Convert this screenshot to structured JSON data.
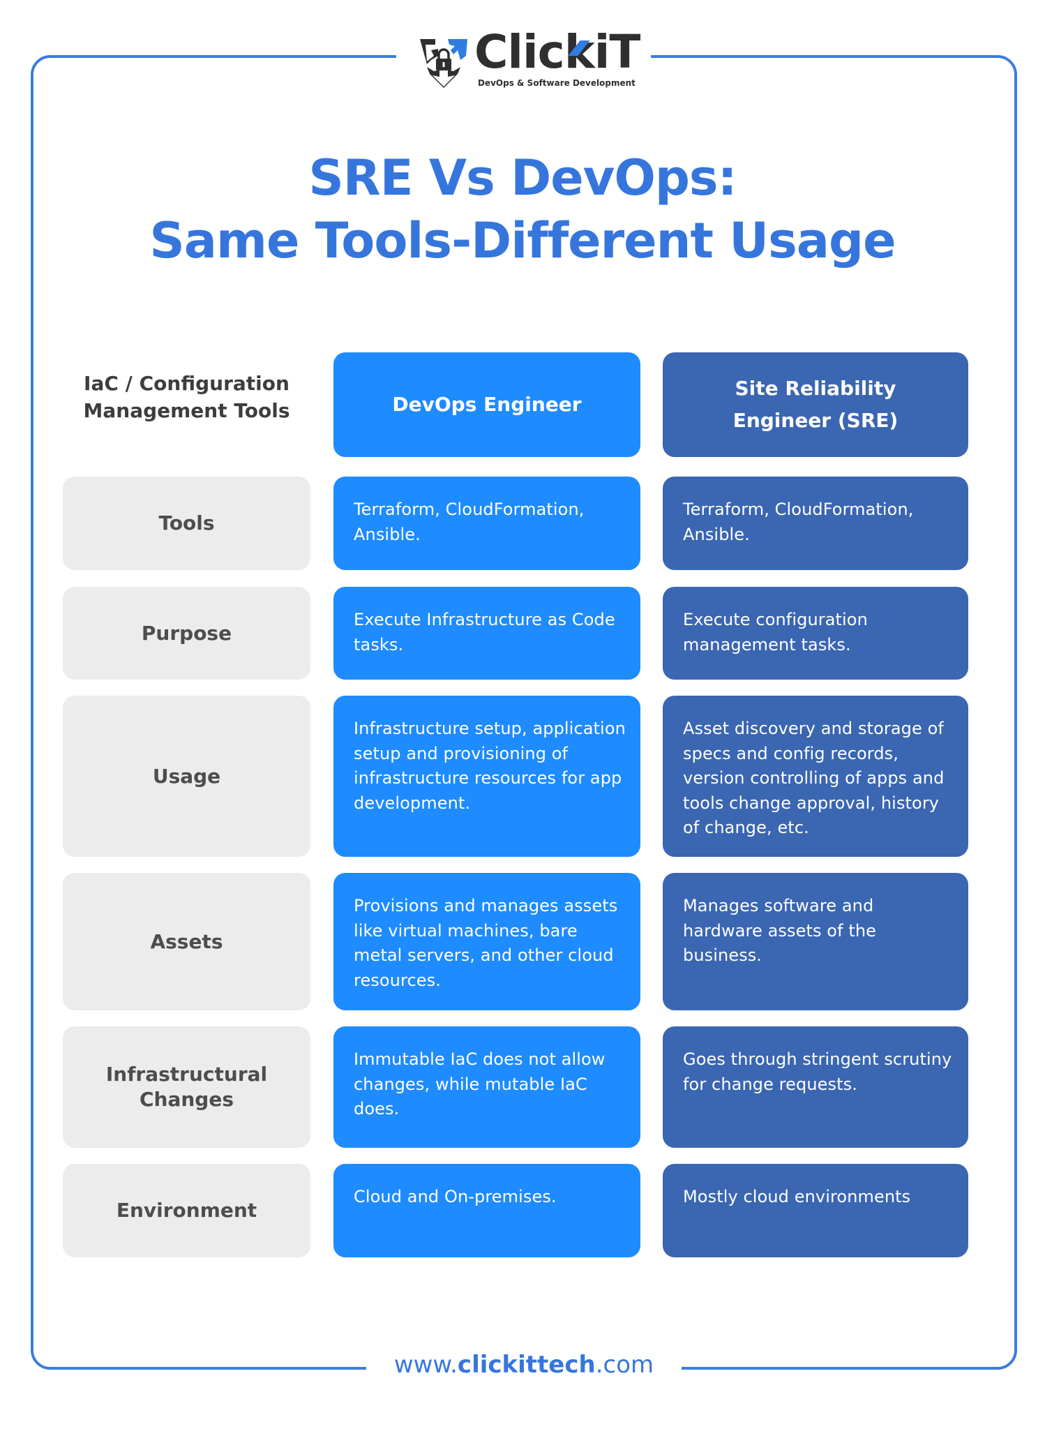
{
  "brand": {
    "name_prefix": "Clic",
    "name_k": "k",
    "name_suffix": "iT",
    "tagline": "DevOps & Software Development",
    "logo_icon": "shield-lock-icon"
  },
  "title": {
    "line1": "SRE Vs DevOps:",
    "line2": "Same Tools-Different Usage"
  },
  "table": {
    "header": {
      "category_label": "IaC / Configuration Management Tools",
      "devops": "DevOps Engineer",
      "sre": "Site Reliability Engineer (SRE)"
    },
    "rows": [
      {
        "label": "Tools",
        "devops": "Terraform, CloudFormation, Ansible.",
        "sre": "Terraform, CloudFormation, Ansible."
      },
      {
        "label": "Purpose",
        "devops": "Execute Infrastructure as Code tasks.",
        "sre": "Execute configuration management tasks."
      },
      {
        "label": "Usage",
        "devops": "Infrastructure setup, application setup and provisioning of infrastructure resources for app development.",
        "sre": "Asset discovery and storage of specs and config records, version controlling of apps and tools change approval, history of change, etc."
      },
      {
        "label": "Assets",
        "devops": "Provisions and manages assets like virtual machines, bare metal servers, and other cloud resources.",
        "sre": "Manages software and hardware assets of the business."
      },
      {
        "label": "Infrastructural Changes",
        "devops": "Immutable IaC does not allow changes, while mutable IaC does.",
        "sre": "Goes through stringent scrutiny for change requests."
      },
      {
        "label": "Environment",
        "devops": "Cloud and On-premises.",
        "sre": "Mostly cloud environments"
      }
    ]
  },
  "footer": {
    "prefix": "www.",
    "domain": "clickittech",
    "suffix": ".com"
  },
  "colors": {
    "accent": "#3676DC",
    "frame": "#3B7DDD",
    "devops_bg": "#1E8BFF",
    "sre_bg": "#3A66B2",
    "label_bg": "#ECECEC",
    "label_text": "#4D4D4D",
    "logo_dark": "#2F2F2F"
  }
}
